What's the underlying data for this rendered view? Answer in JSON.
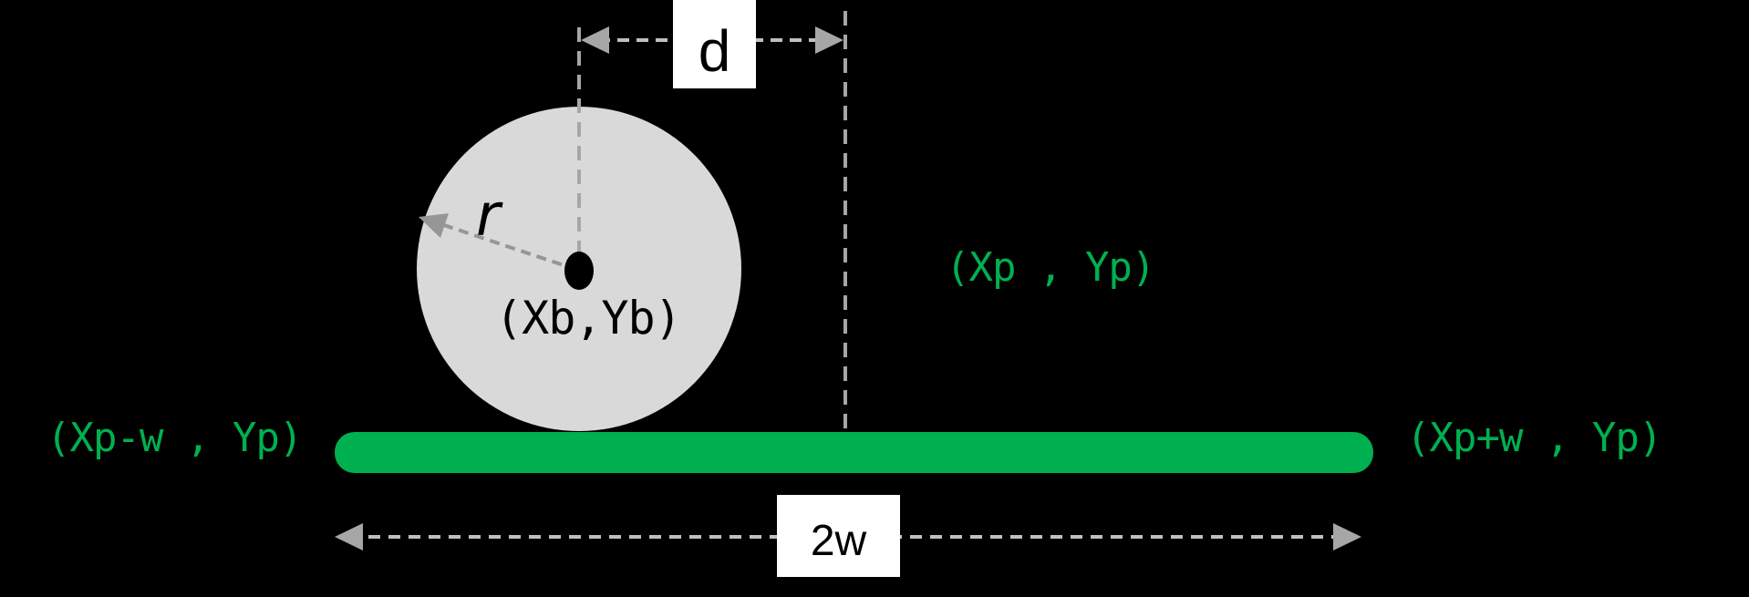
{
  "diagram": {
    "description": "Ball and paddle collision geometry diagram on black background",
    "labels": {
      "d": "d",
      "two_w": "2w",
      "r": "r",
      "ball_center": "(Xb,Yb)",
      "paddle_center": "(Xp , Yp)",
      "paddle_left": "(Xp-w , Yp)",
      "paddle_right": "(Xp+w , Yp)"
    },
    "colors": {
      "background": "#000000",
      "ball_fill": "#D9D9D9",
      "ball_center_dot": "#000000",
      "paddle_green": "#00B050",
      "green_label_text": "#00B050",
      "dimension_dash_gray": "#BFBFBF",
      "guide_line_gray": "#A6A6A6",
      "radius_arrow_gray": "#969696",
      "label_box_background": "#FFFFFF",
      "label_text_black": "#000000"
    }
  }
}
